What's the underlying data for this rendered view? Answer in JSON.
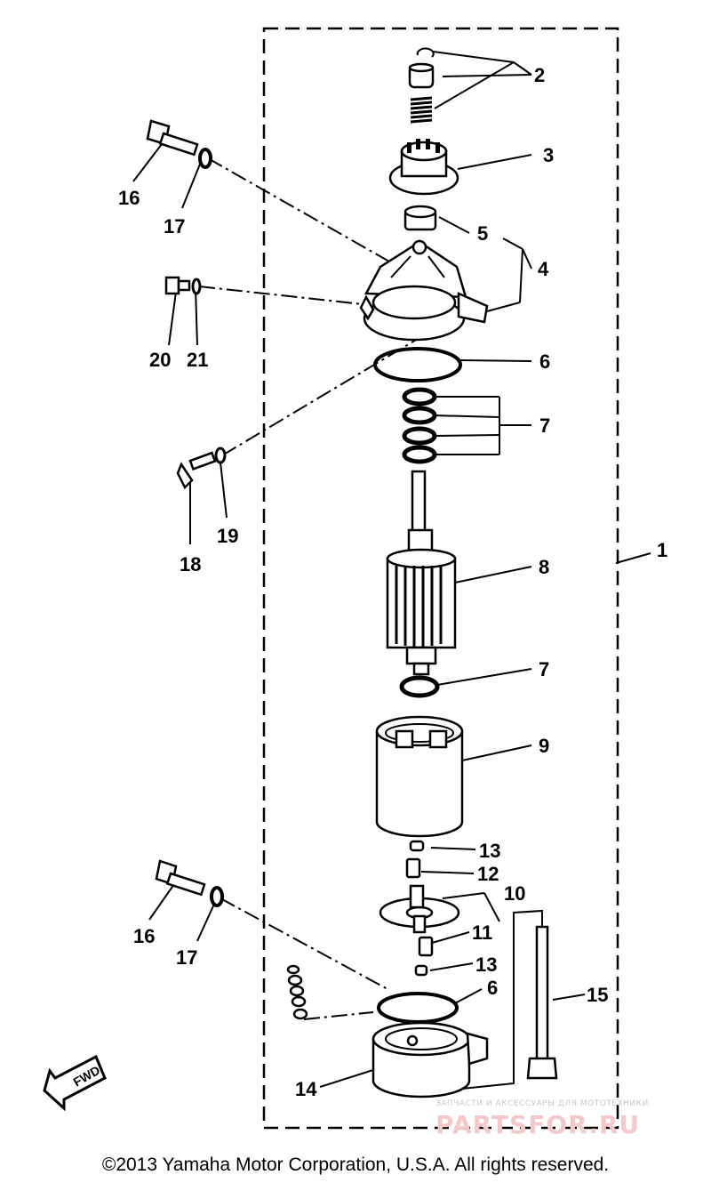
{
  "callouts": {
    "c1": "1",
    "c2": "2",
    "c3": "3",
    "c4": "4",
    "c5": "5",
    "c6a": "6",
    "c6b": "6",
    "c7a": "7",
    "c7b": "7",
    "c8": "8",
    "c9": "9",
    "c10": "10",
    "c11": "11",
    "c12": "12",
    "c13a": "13",
    "c13b": "13",
    "c14": "14",
    "c15": "15",
    "c16a": "16",
    "c16b": "16",
    "c17a": "17",
    "c17b": "17",
    "c18": "18",
    "c19": "19",
    "c20": "20",
    "c21": "21"
  },
  "fwd_label": "FWD",
  "watermark": {
    "small": "ЗАПЧАСТИ И АКСЕССУАРЫ ДЛЯ МОТОТЕХНИКИ",
    "big": "PARTSFOR.RU"
  },
  "copyright": "©2013 Yamaha Motor Corporation, U.S.A. All rights reserved."
}
